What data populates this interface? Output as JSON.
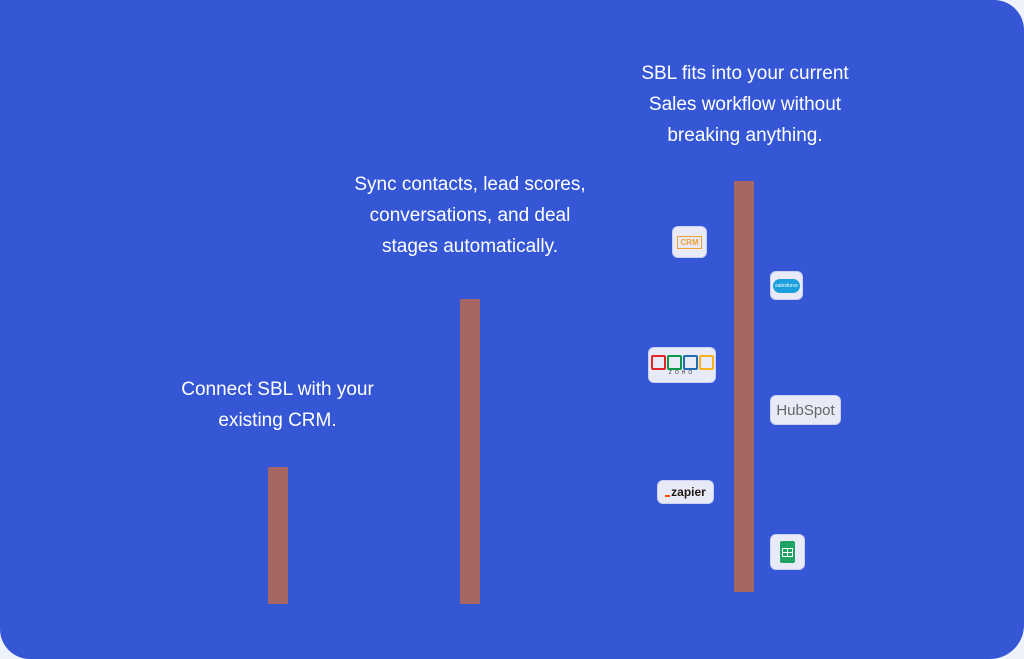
{
  "steps": [
    {
      "text_lines": [
        "Connect SBL with your",
        "existing CRM."
      ]
    },
    {
      "text_lines": [
        "Sync contacts, lead scores,",
        "conversations, and deal",
        "stages automatically."
      ]
    },
    {
      "text_lines": [
        "SBL fits into your current",
        "Sales workflow without",
        "breaking anything."
      ]
    }
  ],
  "logos": {
    "crm": "CRM",
    "salesforce": "salesforce",
    "zoho": "ZOHO",
    "hubspot": "HubSpot",
    "zapier": "zapier",
    "sheets": "Google Sheets"
  },
  "colors": {
    "background": "#3557d6",
    "bar": "#a56664",
    "outer": "#eef2fb"
  }
}
